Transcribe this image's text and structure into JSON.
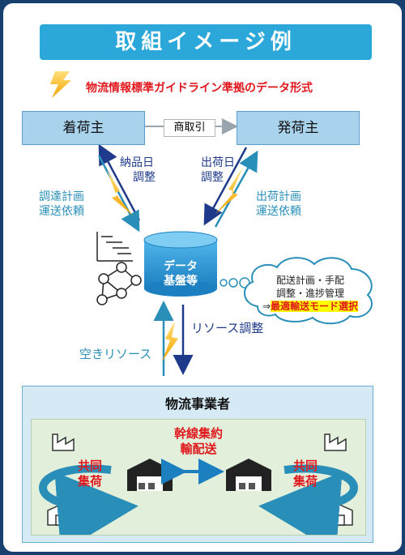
{
  "title": "取組イメージ例",
  "legend": {
    "text": "物流情報標準ガイドライン準拠のデータ形式"
  },
  "nodes": {
    "shipper_left": "着荷主",
    "shipper_right": "発荷主",
    "trade": "商取引"
  },
  "flows": {
    "delivery_date": [
      "納品日",
      "調整"
    ],
    "ship_date": [
      "出荷日",
      "調整"
    ],
    "procure_left": [
      "調達計画",
      "運送依頼"
    ],
    "ship_plan_right": [
      "出荷計画",
      "運送依頼"
    ],
    "resource_adjust": "リソース調整",
    "vacant_resource": "空きリソース"
  },
  "database": {
    "line1": "データ",
    "line2": "基盤等"
  },
  "cloud": {
    "line1": "配送計画・手配",
    "line2": "調整・進捗管理",
    "arrow": "⇒",
    "highlight": "最適輸送モード選択"
  },
  "logistics": {
    "title": "物流事業者",
    "trunk_line1": "幹線集約",
    "trunk_line2": "輸配送",
    "joint_left": [
      "共同",
      "集荷"
    ],
    "joint_right": [
      "共同",
      "集荷"
    ]
  },
  "colors": {
    "background": "#17406e",
    "title_bar": "#2ba8d9",
    "box": "#a9d3ec",
    "red": "#e0191e",
    "navy": "#1f3a8a",
    "teal": "#2a8fb8"
  },
  "icons": [
    "lightning-icon",
    "gantt-chart-icon",
    "network-icon",
    "database-icon",
    "cloud-icon",
    "factory-icon",
    "warehouse-icon",
    "truck-icon"
  ]
}
